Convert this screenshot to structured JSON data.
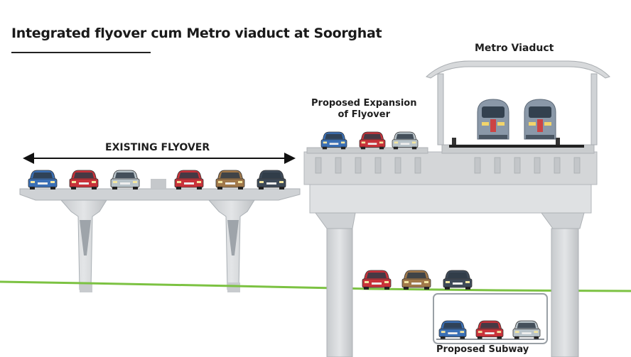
{
  "diagram": {
    "title": "Integrated flyover cum Metro viaduct at Soorghat",
    "labels": {
      "existing_flyover": "EXISTING FLYOVER",
      "proposed_expansion": "Proposed Expansion\nof Flyover",
      "metro_viaduct": "Metro Viaduct",
      "proposed_subway": "Proposed Subway"
    }
  },
  "colors": {
    "concrete": "#d4d6d8",
    "concrete_dark": "#b9bcbf",
    "ground_line": "#7cc242",
    "car_blue": "#3a6fb5",
    "car_red": "#c8323a",
    "car_silver": "#b8c3c9",
    "car_brown": "#a0784a",
    "car_dark": "#3e4a58",
    "train": "#8a98a8"
  },
  "vehicles": {
    "existing_flyover": [
      "blue",
      "red",
      "silver",
      "red",
      "brown",
      "dark"
    ],
    "expansion_deck": [
      "blue",
      "red",
      "silver"
    ],
    "ground_road": [
      "red",
      "brown",
      "dark"
    ],
    "subway": [
      "blue",
      "red",
      "silver"
    ]
  }
}
